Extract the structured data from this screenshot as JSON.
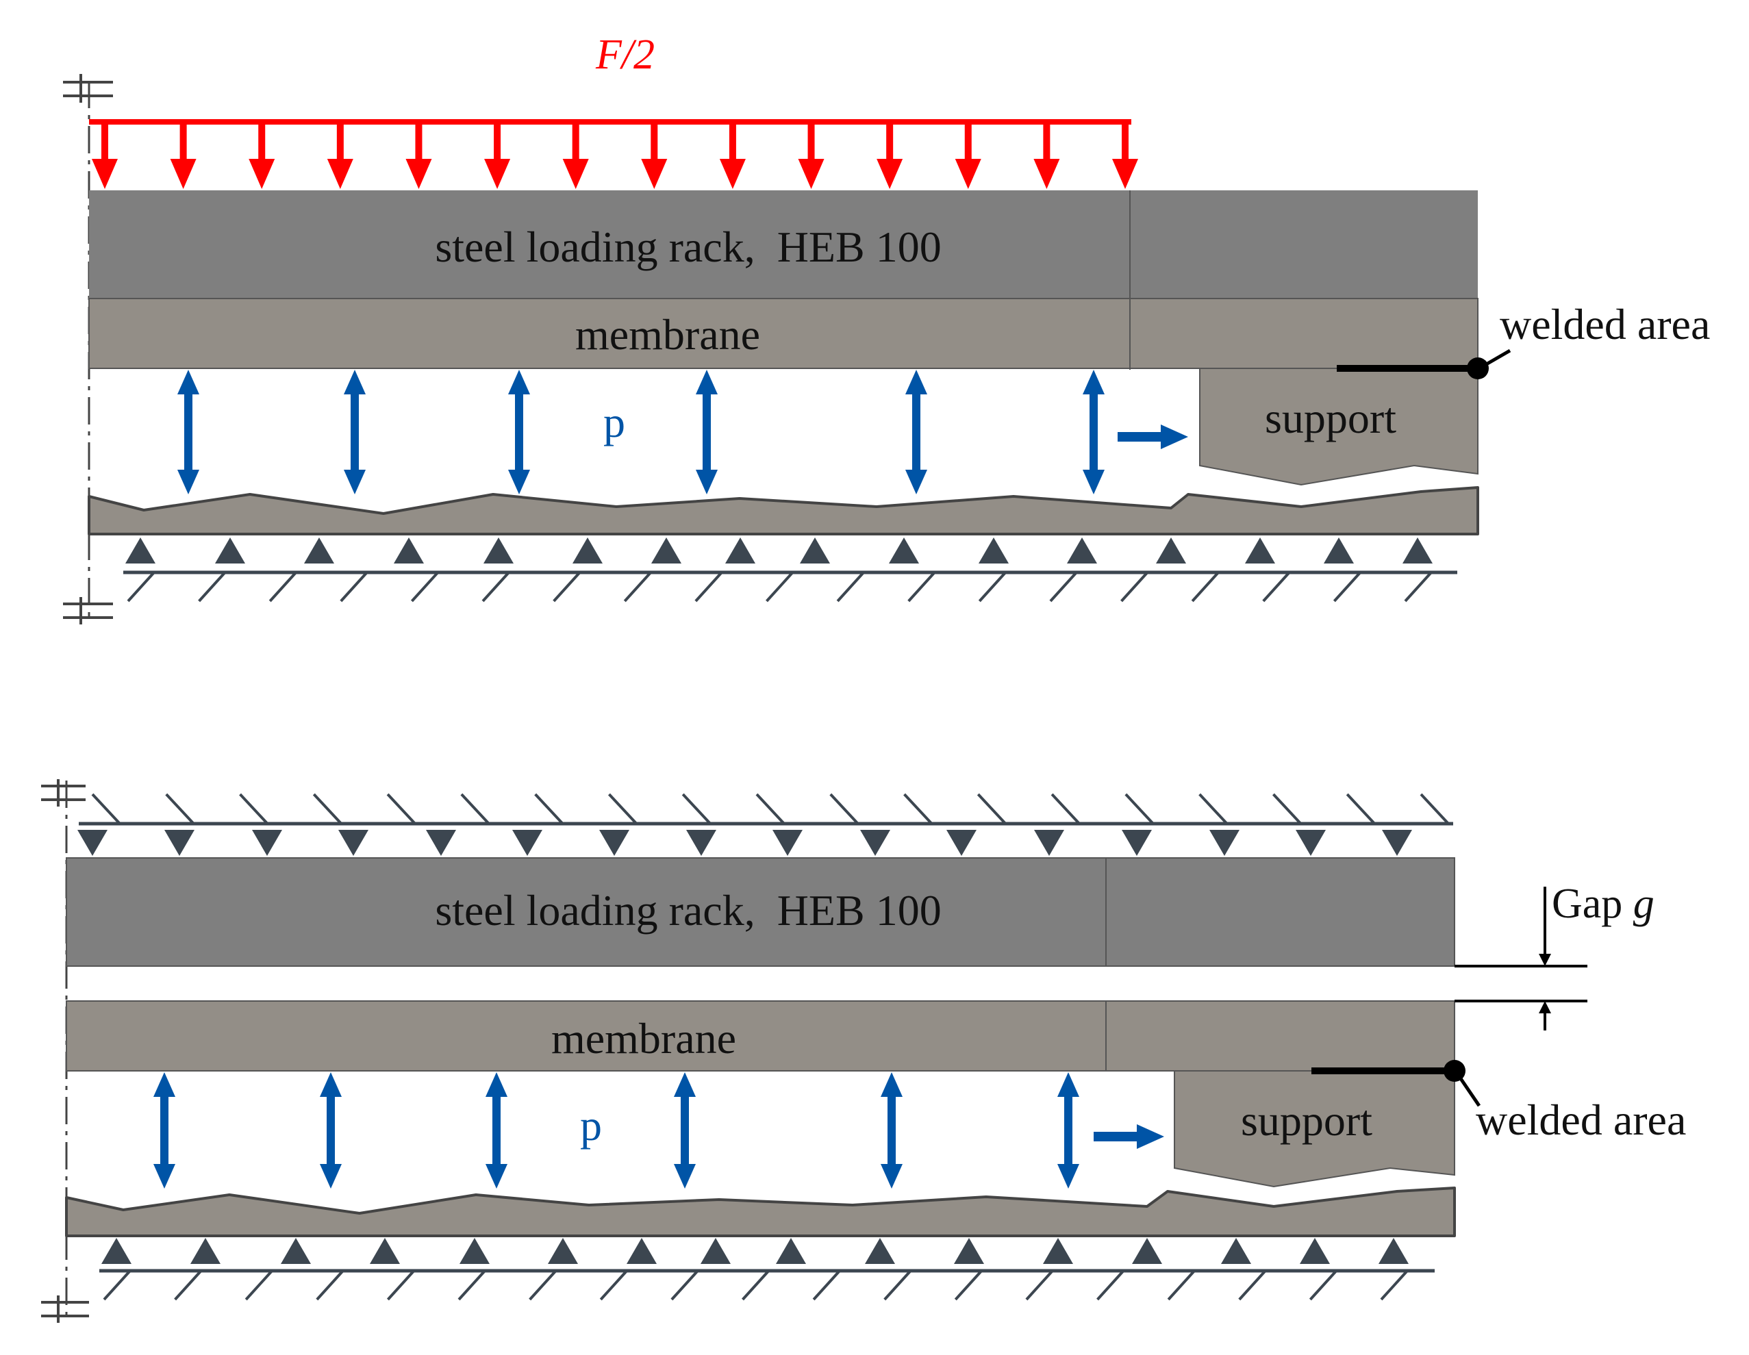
{
  "top_panel": {
    "load_label": "F/2",
    "rack_label": "steel loading rack,  HEB 100",
    "membrane_label": "membrane",
    "pressure_label": "p",
    "support_label": "support",
    "welded_label": "welded area"
  },
  "bottom_panel": {
    "rack_label": "steel loading rack,  HEB 100",
    "membrane_label": "membrane",
    "pressure_label": "p",
    "support_label": "support",
    "welded_label": "welded area",
    "gap_label": "Gap ",
    "gap_symbol": "g"
  },
  "colors": {
    "load": "#ff0000",
    "pressure": "#0054a6",
    "rack": "#7f7f7f",
    "membrane": "#938e87",
    "support_marks": "#3c4650"
  }
}
